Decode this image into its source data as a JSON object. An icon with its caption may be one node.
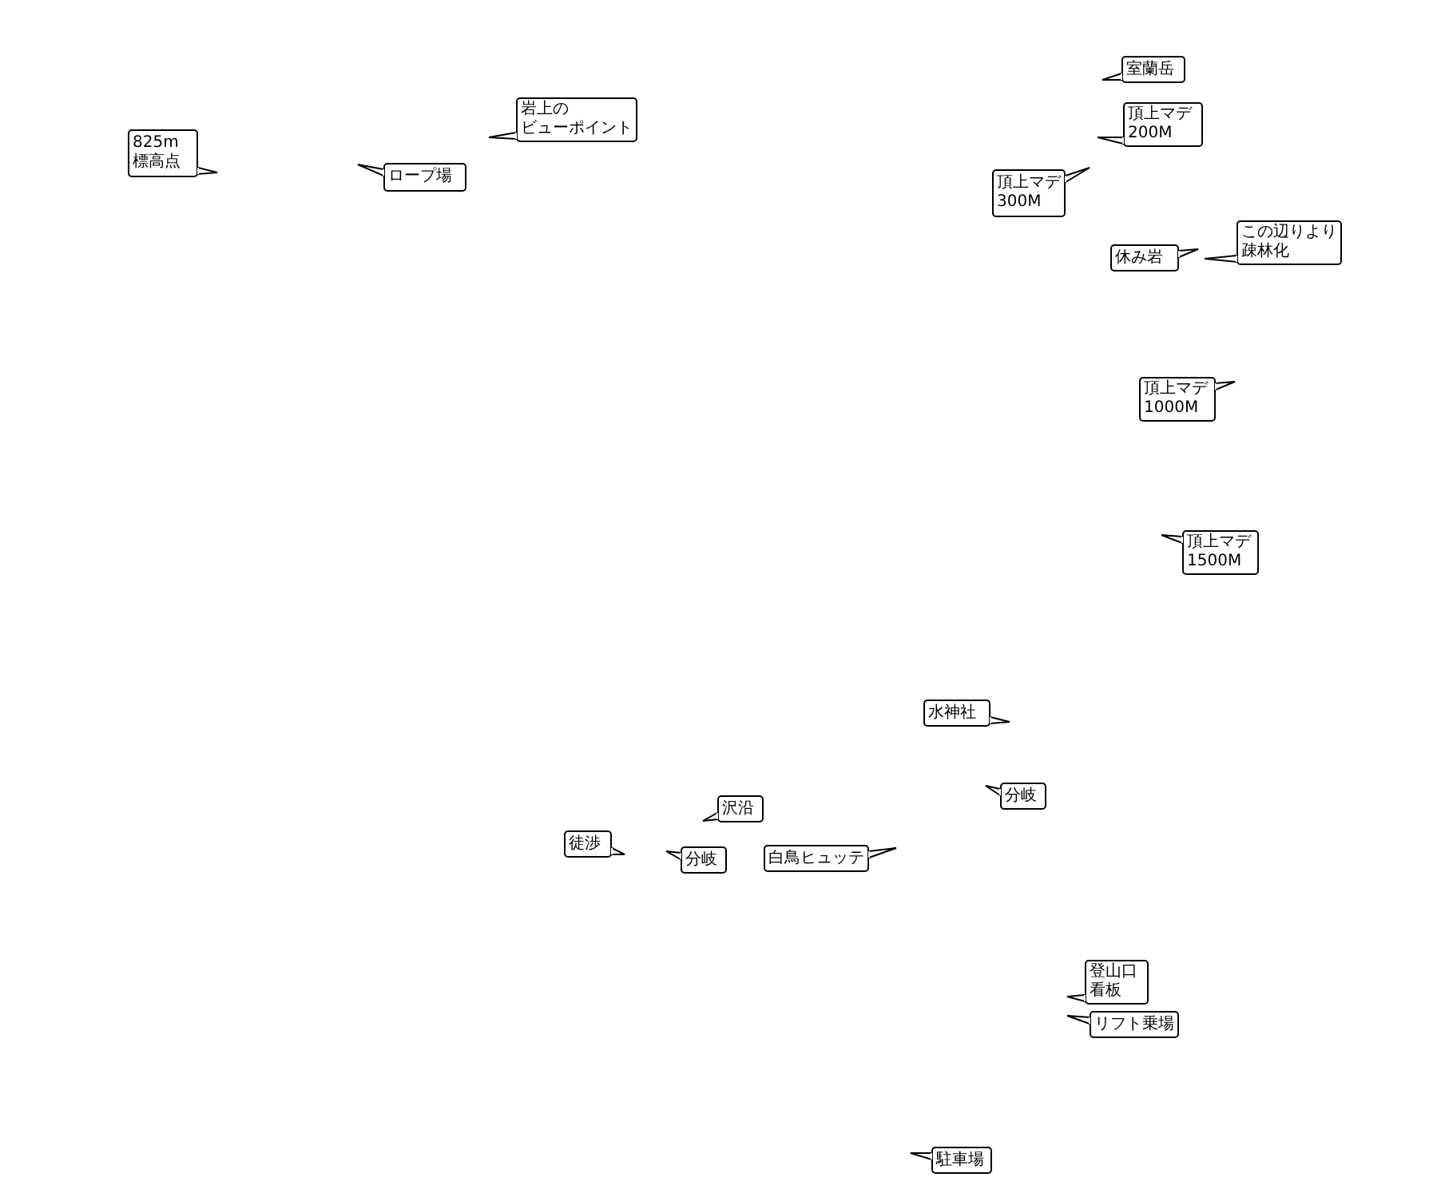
{
  "diagram": {
    "nodes": [
      {
        "text": [
          "室蘭岳"
        ]
      },
      {
        "text": [
          "岩上の",
          "ビューポイント"
        ]
      },
      {
        "text": [
          "頂上マデ",
          "200M"
        ]
      },
      {
        "text": [
          "825m",
          "標高点"
        ]
      },
      {
        "text": [
          "ロープ場"
        ]
      },
      {
        "text": [
          "頂上マデ",
          "300M"
        ]
      },
      {
        "text": [
          "この辺りより",
          "疎林化"
        ]
      },
      {
        "text": [
          "休み岩"
        ]
      },
      {
        "text": [
          "頂上マデ",
          "1000M"
        ]
      },
      {
        "text": [
          "頂上マデ",
          "1500M"
        ]
      },
      {
        "text": [
          "水神社"
        ]
      },
      {
        "text": [
          "分岐"
        ]
      },
      {
        "text": [
          "沢沿"
        ]
      },
      {
        "text": [
          "徒渉"
        ]
      },
      {
        "text": [
          "白鳥ヒュッテ"
        ]
      },
      {
        "text": [
          "分岐"
        ]
      },
      {
        "text": [
          "登山口",
          "看板"
        ]
      },
      {
        "text": [
          "リフト乗場"
        ]
      },
      {
        "text": [
          "駐車場"
        ]
      }
    ]
  }
}
